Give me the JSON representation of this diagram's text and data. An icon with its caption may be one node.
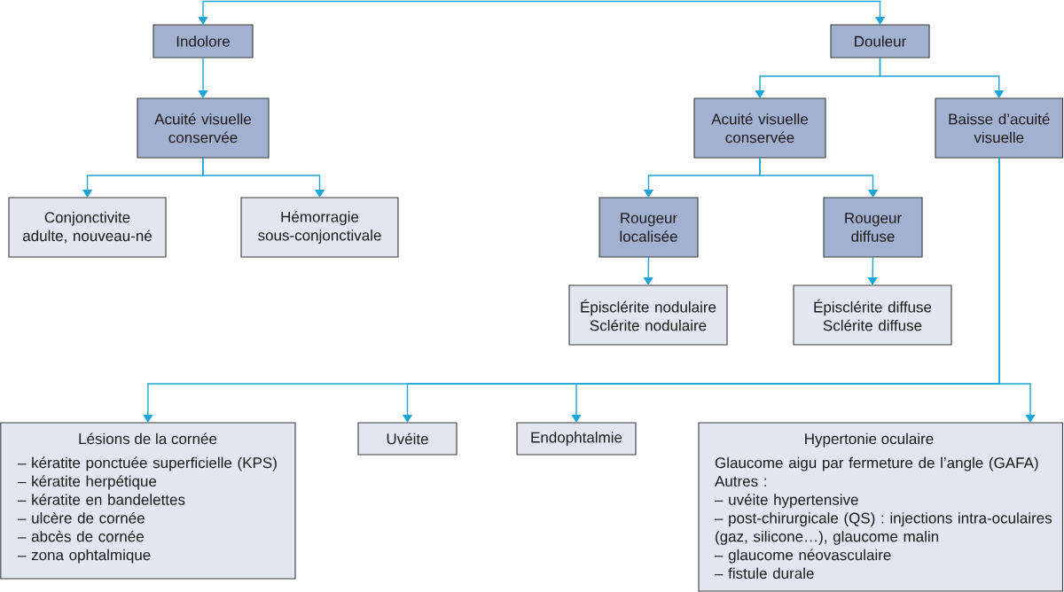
{
  "diagram": {
    "nodes": [
      {
        "text": [
          "Indolore"
        ]
      },
      {
        "text": [
          "Douleur"
        ]
      },
      {
        "text": [
          "Acuité visuelle conservée"
        ]
      },
      {
        "text": [
          "Acuité visuelle conservée"
        ]
      },
      {
        "text": [
          "Baisse d’acuité visuelle"
        ]
      },
      {
        "text": [
          "Conjonctivite adulte, nouveau-né"
        ]
      },
      {
        "text": [
          "Hémorragie sous-conjonctivale"
        ]
      },
      {
        "text": [
          "Rougeur localisée"
        ]
      },
      {
        "text": [
          "Rougeur diffuse"
        ]
      },
      {
        "text": [
          "Épisclérite nodulaire",
          "Sclérite nodulaire"
        ]
      },
      {
        "text": [
          "Épisclérite diffuse",
          "Sclérite diffuse"
        ]
      },
      {
        "text": [
          "Lésions de la cornée",
          "– kératite ponctuée superficielle (KPS)",
          "– kératite herpétique",
          "– kératite en bandelettes",
          "– ulcère de cornée",
          "– abcès de cornée",
          "– zona ophtalmique"
        ]
      },
      {
        "text": [
          "Uvéite"
        ]
      },
      {
        "text": [
          "Endophtalmie"
        ]
      },
      {
        "text": [
          "Hypertonie oculaire",
          "Glaucome aigu par fermeture de l’angle (GAFA)",
          "Autres :",
          "– uvéite hypertensive",
          "– post-chirurgicale (QS) : injections intra-oculaires (gaz, silicone…), glaucome malin",
          "– glaucome néovasculaire",
          "– fistule durale"
        ]
      }
    ],
    "edges": [
      {
        "from": null,
        "to": 0,
        "arrow": "to"
      },
      {
        "from": null,
        "to": 1,
        "arrow": "to"
      },
      {
        "from": 0,
        "to": 2,
        "arrow": "to"
      },
      {
        "from": 1,
        "to": 3,
        "arrow": "to"
      },
      {
        "from": 1,
        "to": 4,
        "arrow": "to"
      },
      {
        "from": 2,
        "to": 5,
        "arrow": "to"
      },
      {
        "from": 2,
        "to": 6,
        "arrow": "to"
      },
      {
        "from": 3,
        "to": 7,
        "arrow": "to"
      },
      {
        "from": 3,
        "to": 8,
        "arrow": "to"
      },
      {
        "from": 7,
        "to": 9,
        "arrow": "to"
      },
      {
        "from": 8,
        "to": 10,
        "arrow": "to"
      },
      {
        "from": 4,
        "to": 11,
        "arrow": "to"
      },
      {
        "from": 4,
        "to": 12,
        "arrow": "to"
      },
      {
        "from": 4,
        "to": 13,
        "arrow": "to"
      },
      {
        "from": 4,
        "to": 14,
        "arrow": "to"
      }
    ]
  }
}
